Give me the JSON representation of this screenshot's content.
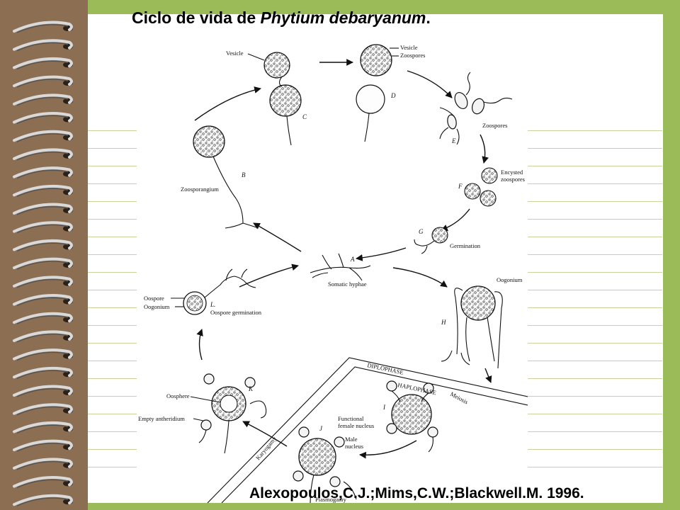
{
  "title": {
    "prefix": "Ciclo de vida de ",
    "species": "Phytium debaryanum",
    "suffix": "."
  },
  "credit": "Alexopoulos,C.J.;Mims,C.W.;Blackwell.M. 1996.",
  "colors": {
    "background": "#9bbb59",
    "page": "#ffffff",
    "rule_lines": "#c6d39a",
    "spine": "#8c6e52"
  },
  "diagram": {
    "stages": [
      {
        "letter": "A",
        "labels": [
          "Somatic hyphae"
        ]
      },
      {
        "letter": "B",
        "labels": [
          "Zoosporangium"
        ]
      },
      {
        "letter": "C",
        "labels": [
          "Vesicle"
        ]
      },
      {
        "letter": "D",
        "labels": [
          "Vesicle",
          "Zoospores"
        ]
      },
      {
        "letter": "E",
        "labels": [
          "Zoospores"
        ]
      },
      {
        "letter": "F",
        "labels": [
          "Encysted",
          "zoospores"
        ]
      },
      {
        "letter": "G",
        "labels": [
          "Germination"
        ]
      },
      {
        "letter": "H",
        "labels": [
          "Oogonium"
        ]
      },
      {
        "letter": "I",
        "labels": []
      },
      {
        "letter": "J",
        "labels": [
          "Functional",
          "female nucleus",
          "Male",
          "nucleus",
          "Plasmogamy"
        ]
      },
      {
        "letter": "K",
        "labels": [
          "Oosphere",
          "Empty antheridium"
        ]
      },
      {
        "letter": "L",
        "labels": [
          "Oospore",
          "Oogonium",
          "Oospore germination"
        ]
      }
    ],
    "phase_labels": [
      "DIPLOPHASE",
      "HAPLOPHASE",
      "Meiosis",
      "Karyogamy"
    ],
    "stage_l_letter": "L."
  }
}
